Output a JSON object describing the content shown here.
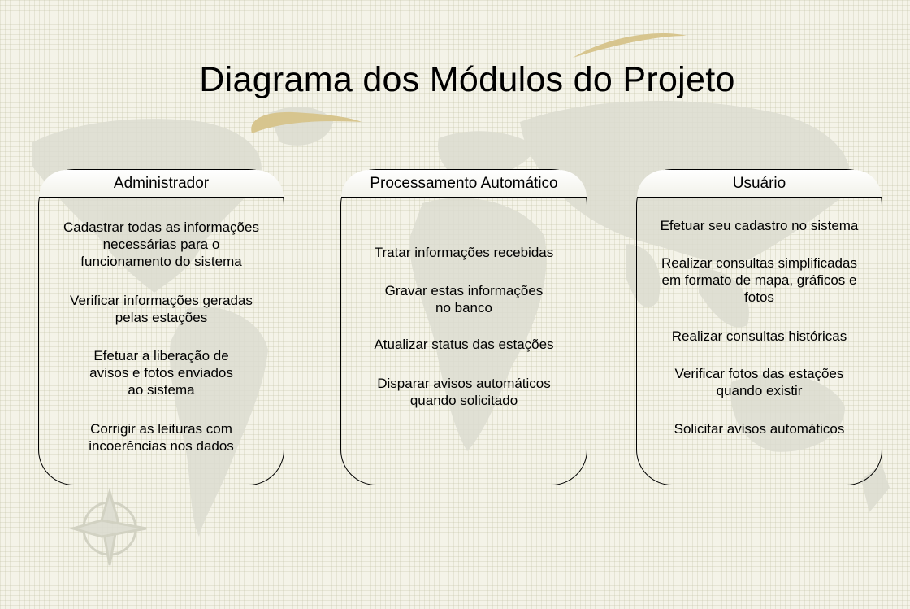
{
  "title": "Diagrama dos Módulos do Projeto",
  "colors": {
    "background": "#f4f3e8",
    "map": "#dcdcd0",
    "swoosh": "#d7c58e",
    "border": "#000000"
  },
  "modules": [
    {
      "header": "Administrador",
      "items": [
        "Cadastrar todas as informações\nnecessárias para o\nfuncionamento do sistema",
        "Verificar informações geradas\npelas estações",
        "Efetuar a liberação de\navisos e fotos enviados\nao sistema",
        "Corrigir as leituras com\nincoerências nos dados"
      ]
    },
    {
      "header": "Processamento Automático",
      "items": [
        "Tratar informações recebidas",
        "Gravar estas informações\nno banco",
        "Atualizar status das estações",
        "Disparar avisos automáticos\nquando solicitado"
      ]
    },
    {
      "header": "Usuário",
      "items": [
        "Efetuar seu cadastro no sistema",
        "Realizar consultas simplificadas\nem formato de mapa, gráficos e\nfotos",
        "Realizar consultas históricas",
        "Verificar fotos das estações\nquando existir",
        "Solicitar avisos automáticos"
      ]
    }
  ]
}
